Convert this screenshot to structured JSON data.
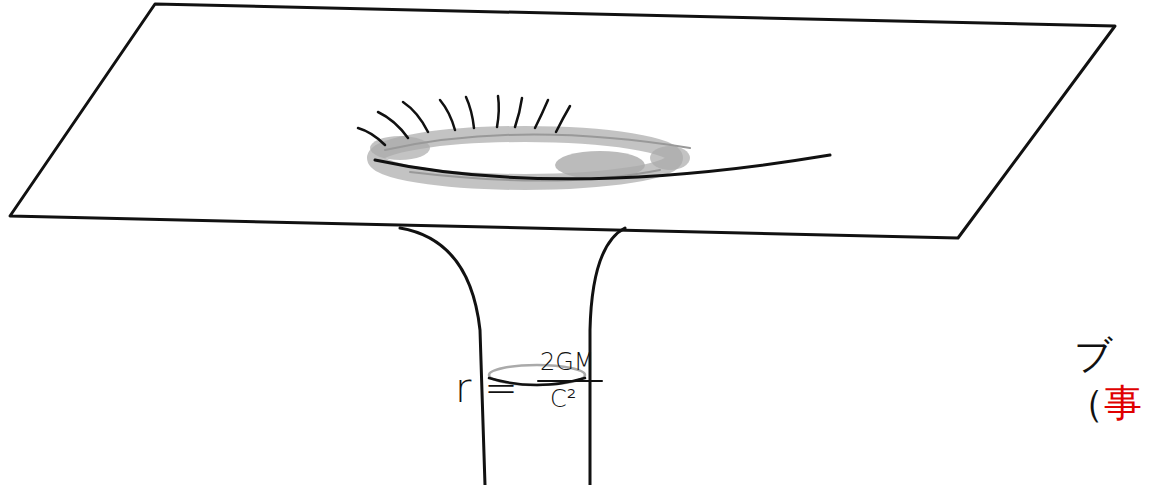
{
  "diagram": {
    "labels": [
      "r =",
      "2GM",
      "C²",
      "ブ",
      "（",
      "事"
    ]
  }
}
